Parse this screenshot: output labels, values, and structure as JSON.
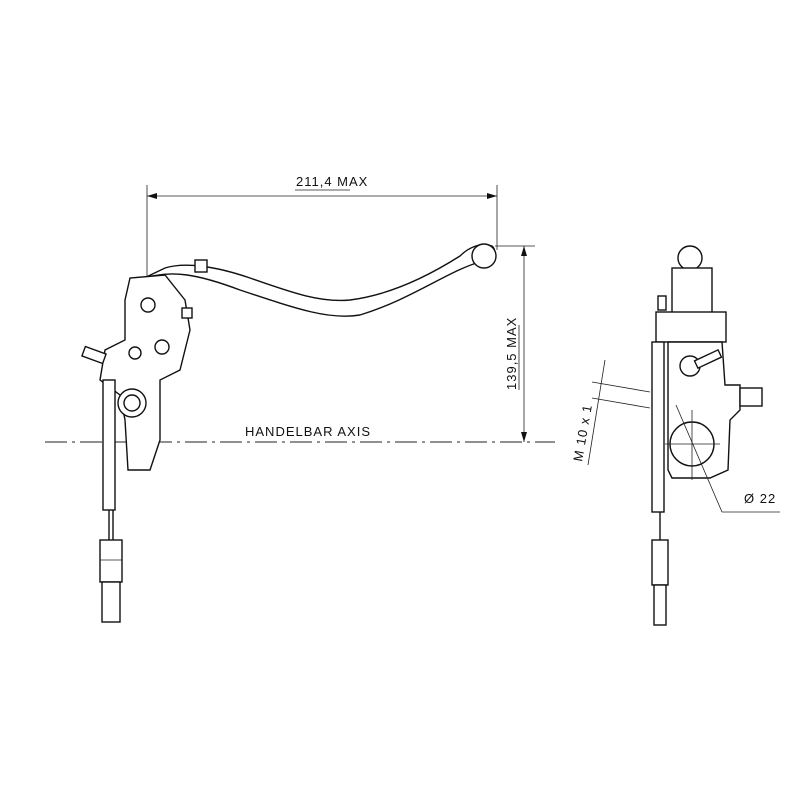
{
  "dimensions": {
    "width_label": "211,4 MAX",
    "height_label": "139,5 MAX",
    "thread_label": "M 10 x 1",
    "diameter_label": "Ø 22"
  },
  "axis": {
    "label": "HANDELBAR AXIS"
  }
}
